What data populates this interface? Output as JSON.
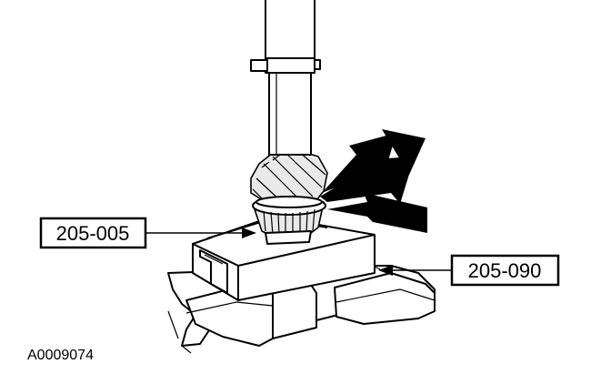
{
  "figure": {
    "id_label": "A0009074",
    "callouts": [
      {
        "key": "tool_left",
        "text": "205-005"
      },
      {
        "key": "tool_right",
        "text": "205-090"
      }
    ],
    "ink_color": "#000000",
    "paper_color": "#ffffff"
  }
}
